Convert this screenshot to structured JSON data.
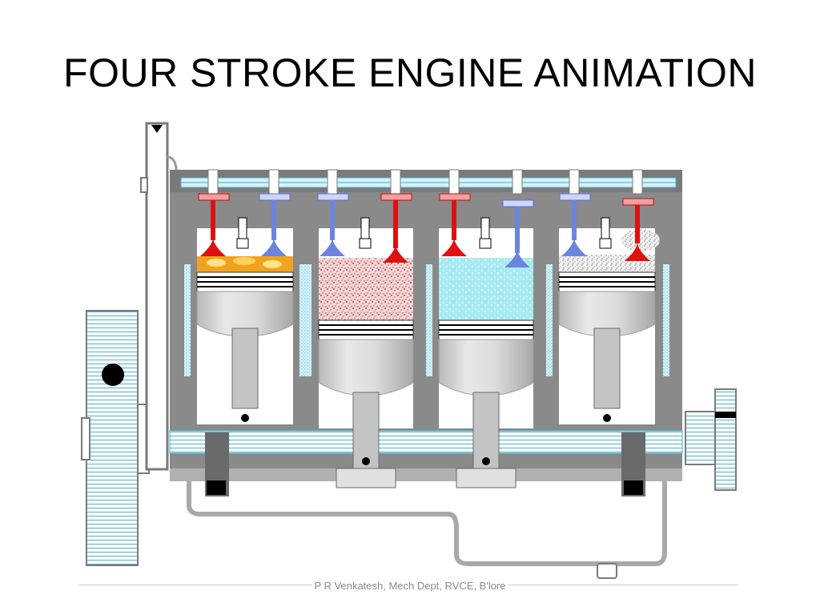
{
  "slide": {
    "title": "FOUR STROKE ENGINE ANIMATION",
    "footer": "P R Venkatesh, Mech Dept, RVCE, B'lore"
  },
  "colors": {
    "block": "#808080",
    "coolant": "#d5f2f8",
    "coolant_line": "#4ab0cc",
    "intake_valve": "#6a84e0",
    "exhaust_valve": "#e01010",
    "combustion": "#f2a21c",
    "fresh_charge": "#a8e8f0",
    "piston": "#d2d2d2",
    "rod": "#c4c4c4"
  },
  "engine": {
    "cylinders": [
      {
        "stroke": "power",
        "piston_position": "top",
        "spark": "on"
      },
      {
        "stroke": "exhaust",
        "piston_position": "bottom",
        "spark": "off"
      },
      {
        "stroke": "intake",
        "piston_position": "bottom",
        "spark": "off"
      },
      {
        "stroke": "compression",
        "piston_position": "top",
        "spark": "off"
      }
    ]
  }
}
